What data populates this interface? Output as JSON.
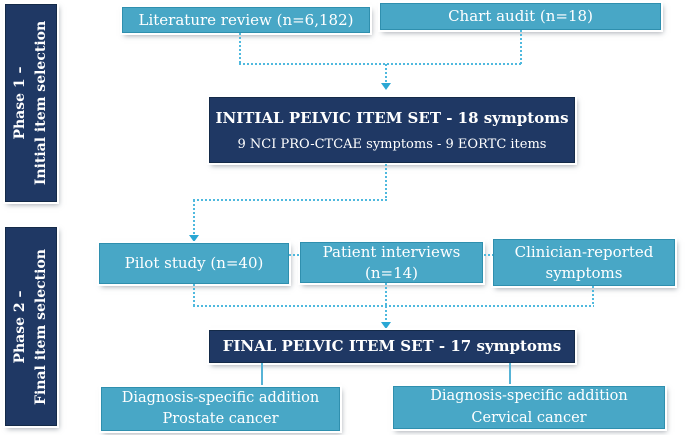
{
  "diagram": {
    "phase1": {
      "line1": "Phase 1 –",
      "line2": "Initial item selection"
    },
    "phase2": {
      "line1": "Phase 2 –",
      "line2": "Final item selection"
    },
    "literature": {
      "label": "Literature review (n=6,182)"
    },
    "chart_audit": {
      "label": "Chart audit (n=18)"
    },
    "initial_set": {
      "title": "INITIAL PELVIC ITEM SET - 18 symptoms",
      "subtitle": "9 NCI PRO-CTCAE symptoms - 9 EORTC items"
    },
    "pilot": {
      "label": "Pilot study (n=40)"
    },
    "interviews": {
      "label": "Patient interviews (n=14)"
    },
    "clinician": {
      "line1": "Clinician-reported",
      "line2": "symptoms"
    },
    "final_set": {
      "title": "FINAL PELVIC ITEM SET - 17 symptoms"
    },
    "prostate": {
      "line1": "Diagnosis-specific addition",
      "line2": "Prostate cancer"
    },
    "cervical": {
      "line1": "Diagnosis-specific addition",
      "line2": "Cervical cancer"
    }
  },
  "colors": {
    "teal_box": "#48a7c6",
    "navy_box": "#1f3864",
    "dashed_connector": "#4fb9de",
    "solid_connector": "#56b3d6",
    "arrowhead": "#2aa7d4",
    "text": "#ffffff",
    "background": "#ffffff"
  }
}
